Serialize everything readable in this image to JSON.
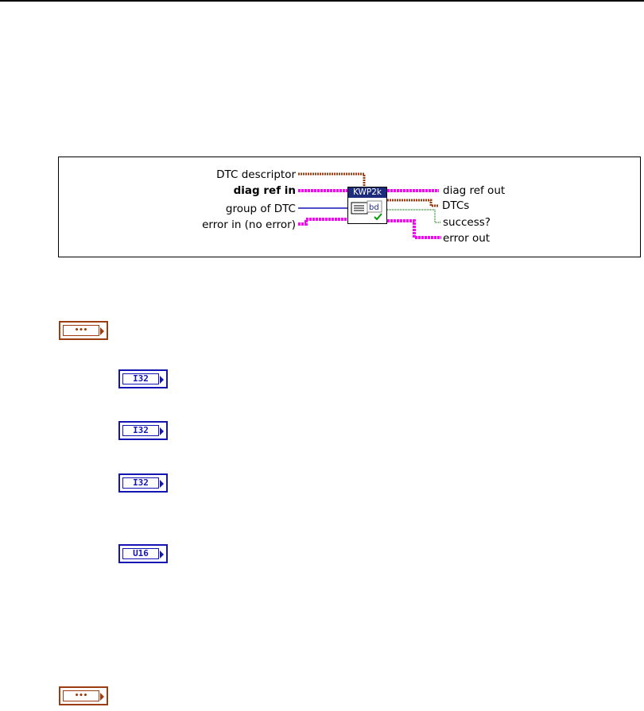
{
  "connector_pane": {
    "vi_name": "KWP2k",
    "inputs": {
      "dtc_descriptor": "DTC descriptor",
      "diag_ref_in": "diag ref in",
      "group_of_dtc": "group of DTC",
      "error_in": "error in (no error)"
    },
    "outputs": {
      "diag_ref_out": "diag ref out",
      "dtcs": "DTCs",
      "success": "success?",
      "error_out": "error out"
    }
  },
  "terminals": [
    {
      "type": "cluster",
      "label": "•••"
    },
    {
      "type": "numeric",
      "label": "I32"
    },
    {
      "type": "numeric",
      "label": "I32"
    },
    {
      "type": "numeric",
      "label": "I32"
    },
    {
      "type": "numeric",
      "label": "U16"
    },
    {
      "type": "cluster",
      "label": "•••"
    }
  ],
  "colors": {
    "cluster_wire": "#9c3c10",
    "refnum_wire": "#ff00ff",
    "numeric_wire": "#1414b4",
    "boolean_wire": "#008000"
  }
}
